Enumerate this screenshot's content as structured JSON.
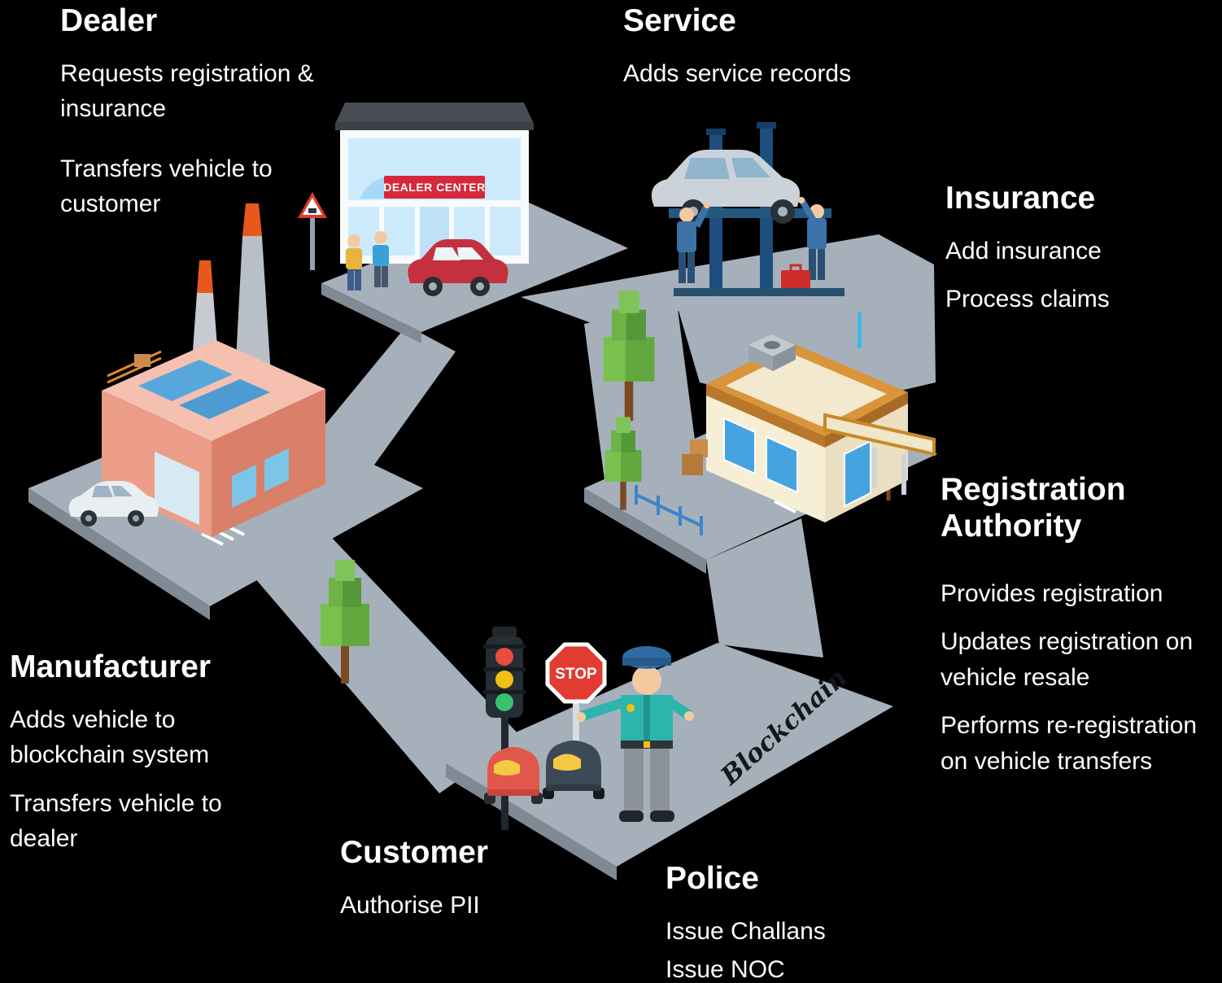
{
  "scene": {
    "background_color": "#000000",
    "road_color": "#a6b0bb",
    "blockchain": "Blockchain",
    "dealer_sign": "DEALER CENTER",
    "stop_sign": "STOP"
  },
  "nodes": {
    "dealer": {
      "heading": "Dealer",
      "points": [
        "Requests registration & insurance",
        "Transfers vehicle to customer"
      ]
    },
    "service": {
      "heading": "Service",
      "points": [
        "Adds service records"
      ]
    },
    "insurance": {
      "heading": "Insurance",
      "points": [
        "Add insurance",
        "Process claims"
      ]
    },
    "registration_authority": {
      "heading": "Registration Authority",
      "points": [
        "Provides registration",
        "Updates registration on vehicle resale",
        "Performs re-registration on vehicle transfers"
      ]
    },
    "manufacturer": {
      "heading": "Manufacturer",
      "points": [
        "Adds vehicle to blockchain system",
        "Transfers vehicle to dealer"
      ]
    },
    "customer": {
      "heading": "Customer",
      "points": [
        "Authorise PII"
      ]
    },
    "police": {
      "heading": "Police",
      "points": [
        "Issue Challans",
        "Issue NOC"
      ]
    }
  }
}
